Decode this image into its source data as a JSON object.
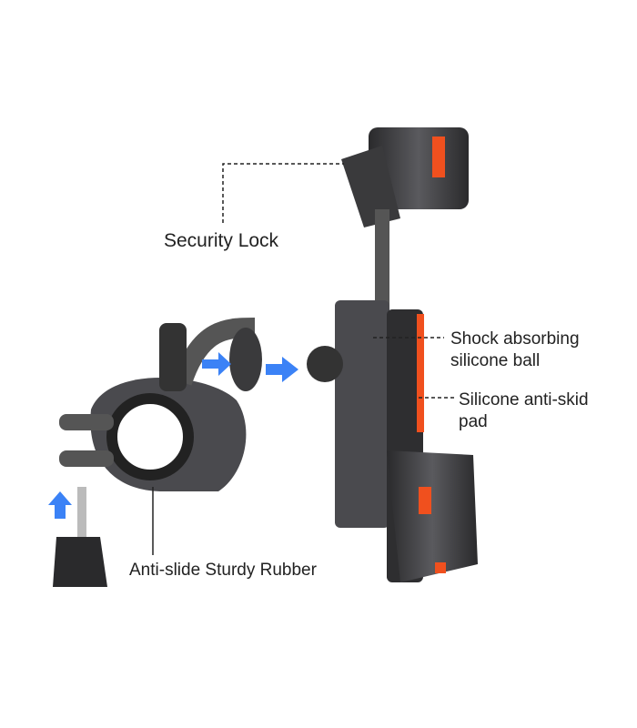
{
  "labels": {
    "security_lock": "Security Lock",
    "shock_ball_line1": "Shock absorbing",
    "shock_ball_line2": "silicone ball",
    "anti_skid_line1": "Silicone anti-skid",
    "anti_skid_line2": "pad",
    "rubber": "Anti-slide Sturdy Rubber"
  },
  "colors": {
    "body": "#3a3a3c",
    "accent": "#f0501e",
    "arrow": "#3b82f6"
  }
}
